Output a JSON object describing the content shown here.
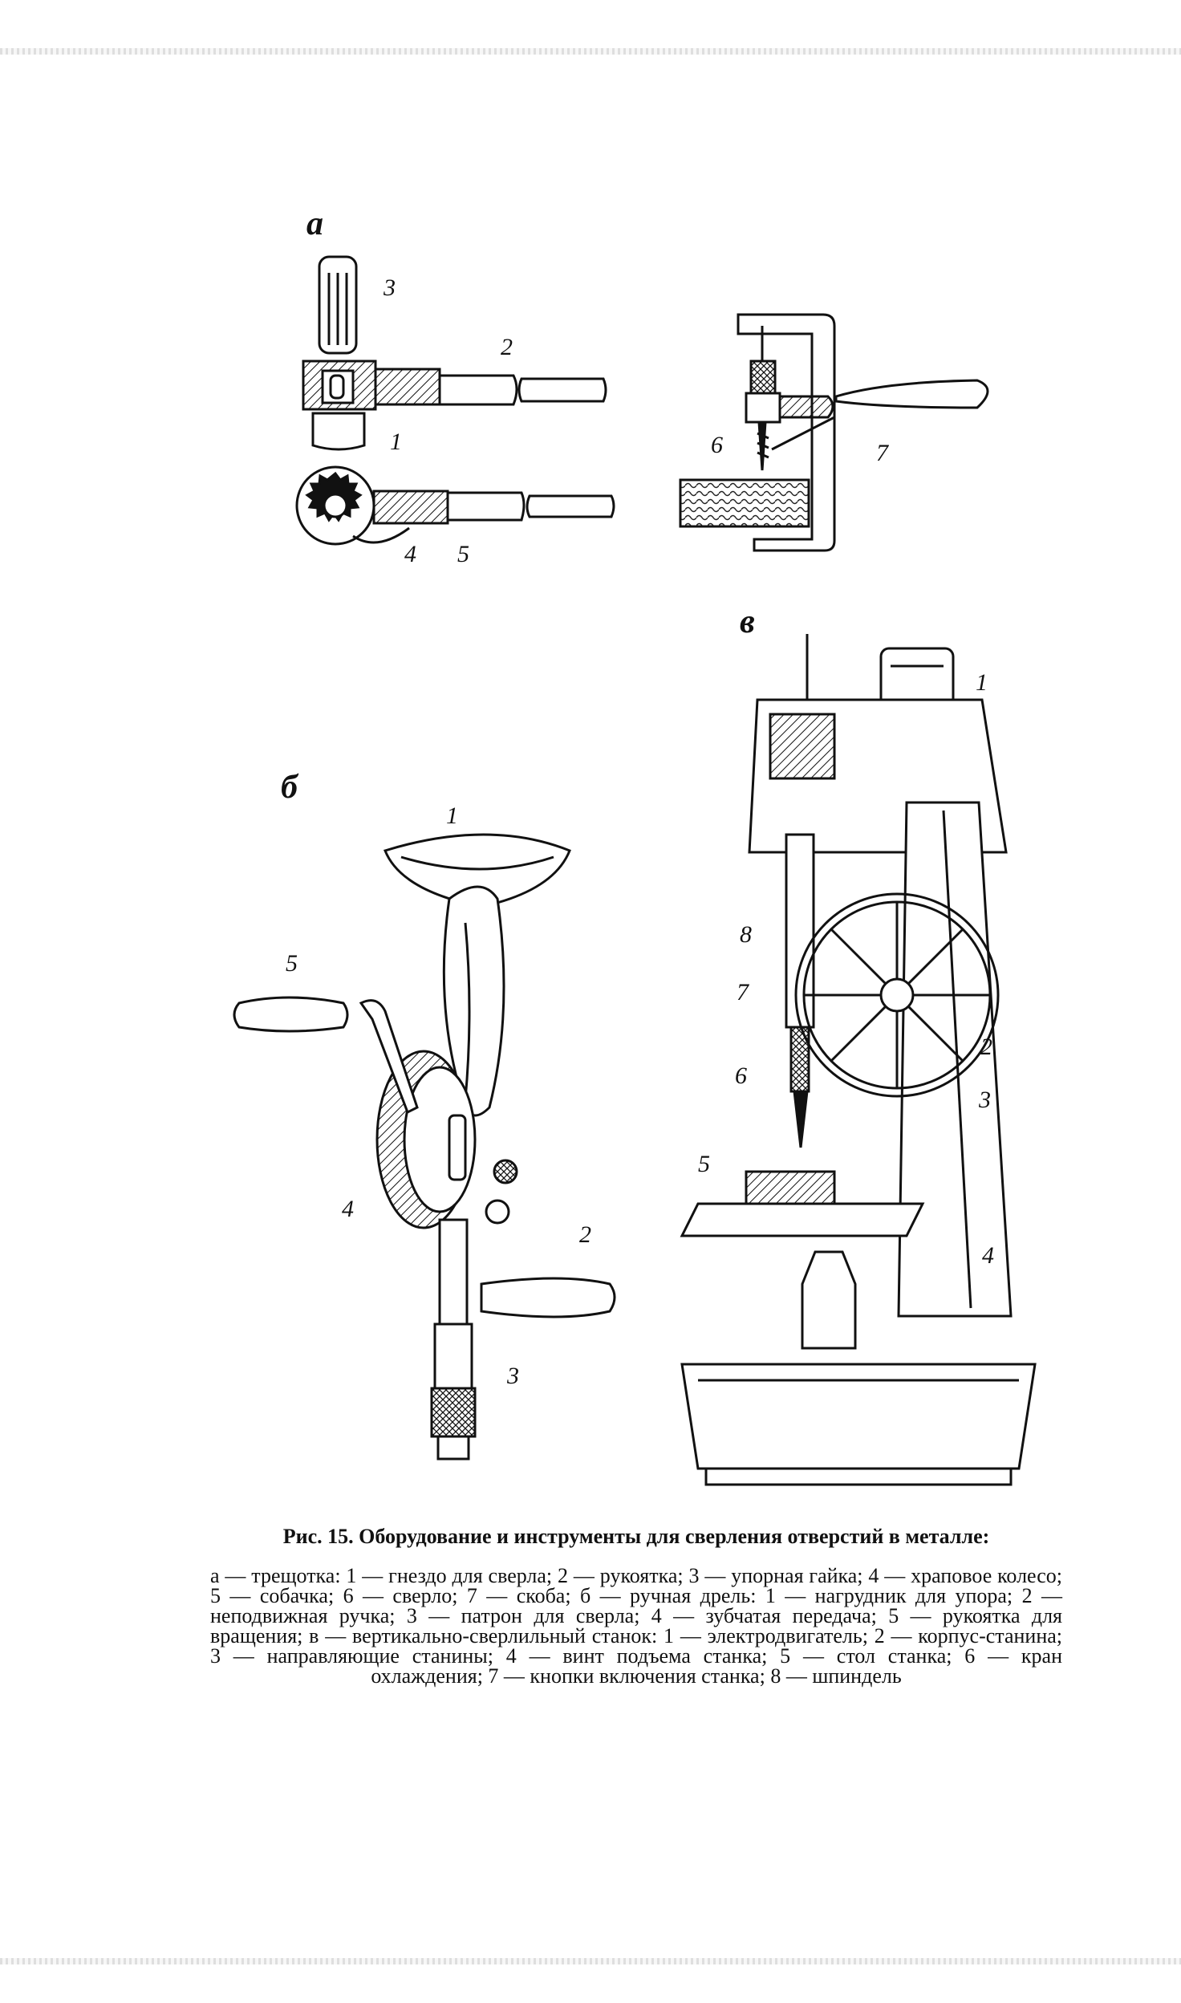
{
  "figure": {
    "parts": {
      "ratchet": {
        "letter": "а",
        "callouts": [
          "1",
          "2",
          "3",
          "4",
          "5"
        ]
      },
      "clamp": {
        "callouts": [
          "6",
          "7"
        ]
      },
      "hand_drill": {
        "letter": "б",
        "callouts": [
          "1",
          "2",
          "3",
          "4",
          "5"
        ]
      },
      "drill_press": {
        "letter": "в",
        "callouts": [
          "1",
          "2",
          "3",
          "4",
          "5",
          "6",
          "7",
          "8"
        ]
      }
    }
  },
  "caption": {
    "title": "Рис. 15. Оборудование и инструменты для сверления отверстий в металле:",
    "body": "а — трещотка: 1 — гнездо для сверла; 2 — рукоятка; 3 — упорная гайка; 4 — храповое колесо; 5 — собачка; 6 — сверло; 7 — скоба; б — ручная дрель: 1 — нагрудник для упора; 2 — неподвижная ручка; 3 — патрон для сверла; 4 — зубчатая передача; 5 — рукоятка для вращения; в — вертикально-сверлильный станок: 1 — электродвигатель; 2 — корпус-станина; 3 — направляющие станины; 4 — винт подъема станка; 5 — стол станка; 6 — кран охлаждения; 7 — кнопки включения станка; 8 — шпиндель"
  }
}
